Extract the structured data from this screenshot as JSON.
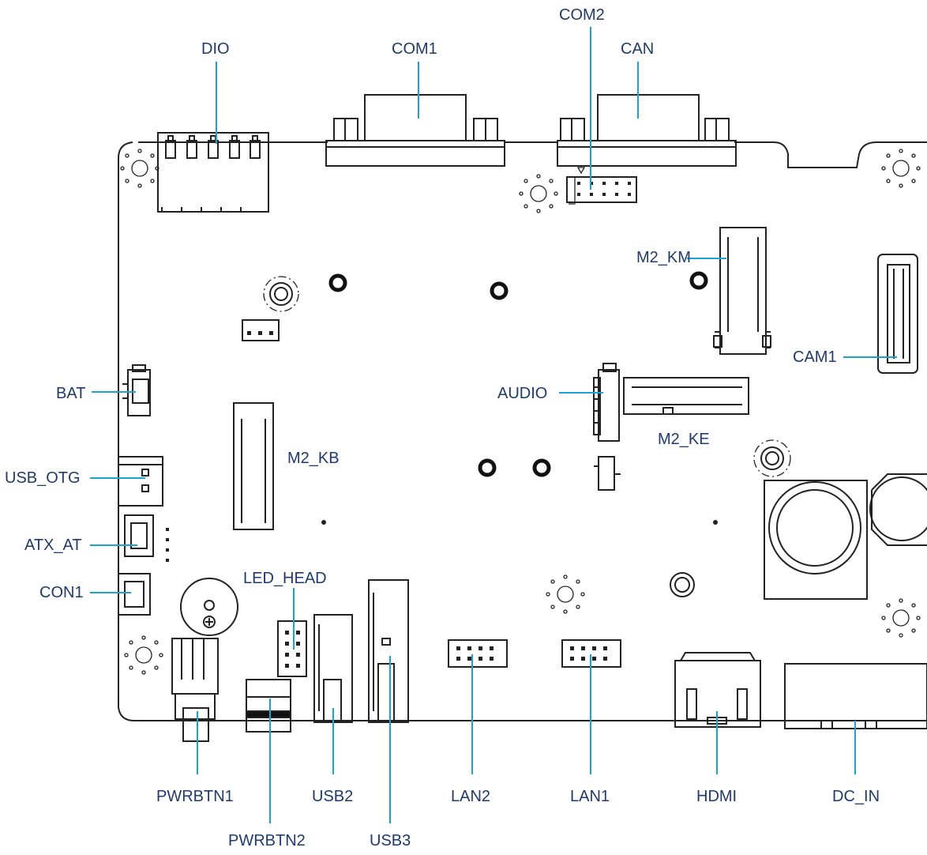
{
  "labels": {
    "dio": "DIO",
    "com1": "COM1",
    "com2": "COM2",
    "can": "CAN",
    "m2_km": "M2_KM",
    "cam1": "CAM1",
    "bat": "BAT",
    "audio": "AUDIO",
    "m2_ke": "M2_KE",
    "m2_kb": "M2_KB",
    "usb_otg": "USB_OTG",
    "atx_at": "ATX_AT",
    "con1": "CON1",
    "led_head": "LED_HEAD",
    "pwrbtn1": "PWRBTN1",
    "pwrbtn2": "PWRBTN2",
    "usb2": "USB2",
    "usb3": "USB3",
    "lan2": "LAN2",
    "lan1": "LAN1",
    "hdmi": "HDMI",
    "dc_in": "DC_IN"
  },
  "colors": {
    "label_text": "#1f3a6b",
    "leader_line": "#1aa3d9",
    "outline": "#222222"
  }
}
